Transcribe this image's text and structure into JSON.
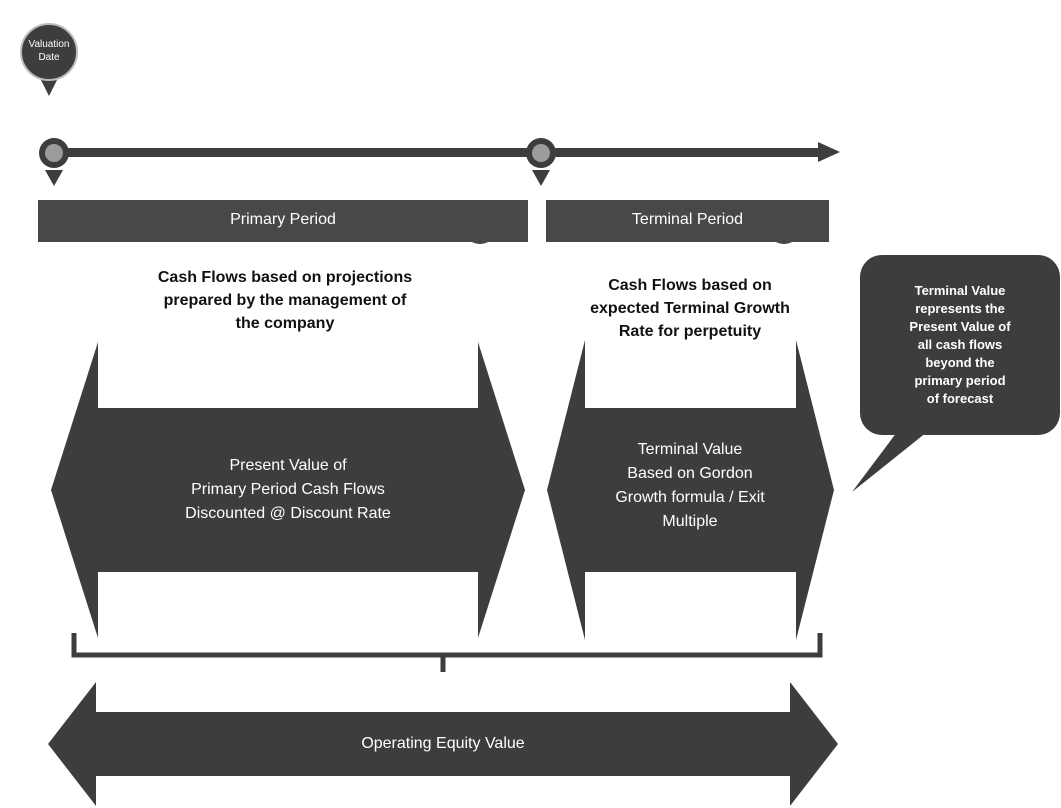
{
  "marker": {
    "line1": "Valuation",
    "line2": "Date"
  },
  "periods": {
    "primary": {
      "label": "Primary Period",
      "description": [
        "Cash Flows based on projections",
        "prepared by the management of",
        "the company"
      ],
      "arrow_text": [
        "Present Value of",
        "Primary Period Cash Flows",
        "Discounted @ Discount Rate"
      ]
    },
    "terminal": {
      "label": "Terminal Period",
      "description": [
        "Cash Flows based on",
        "expected Terminal Growth",
        "Rate for perpetuity"
      ],
      "arrow_text": [
        "Terminal Value",
        "Based on Gordon",
        "Growth formula / Exit",
        "Multiple"
      ]
    }
  },
  "callout": {
    "lines": [
      "Terminal Value",
      "represents the",
      "Present Value of",
      "all cash flows",
      "beyond the",
      "primary period",
      "of forecast"
    ]
  },
  "total": {
    "label": "Operating Equity Value"
  },
  "colors": {
    "dark": "#3d3d3f",
    "bar": "#48484a",
    "marker_fill": "#9c9c9c",
    "background": "#ffffff"
  }
}
